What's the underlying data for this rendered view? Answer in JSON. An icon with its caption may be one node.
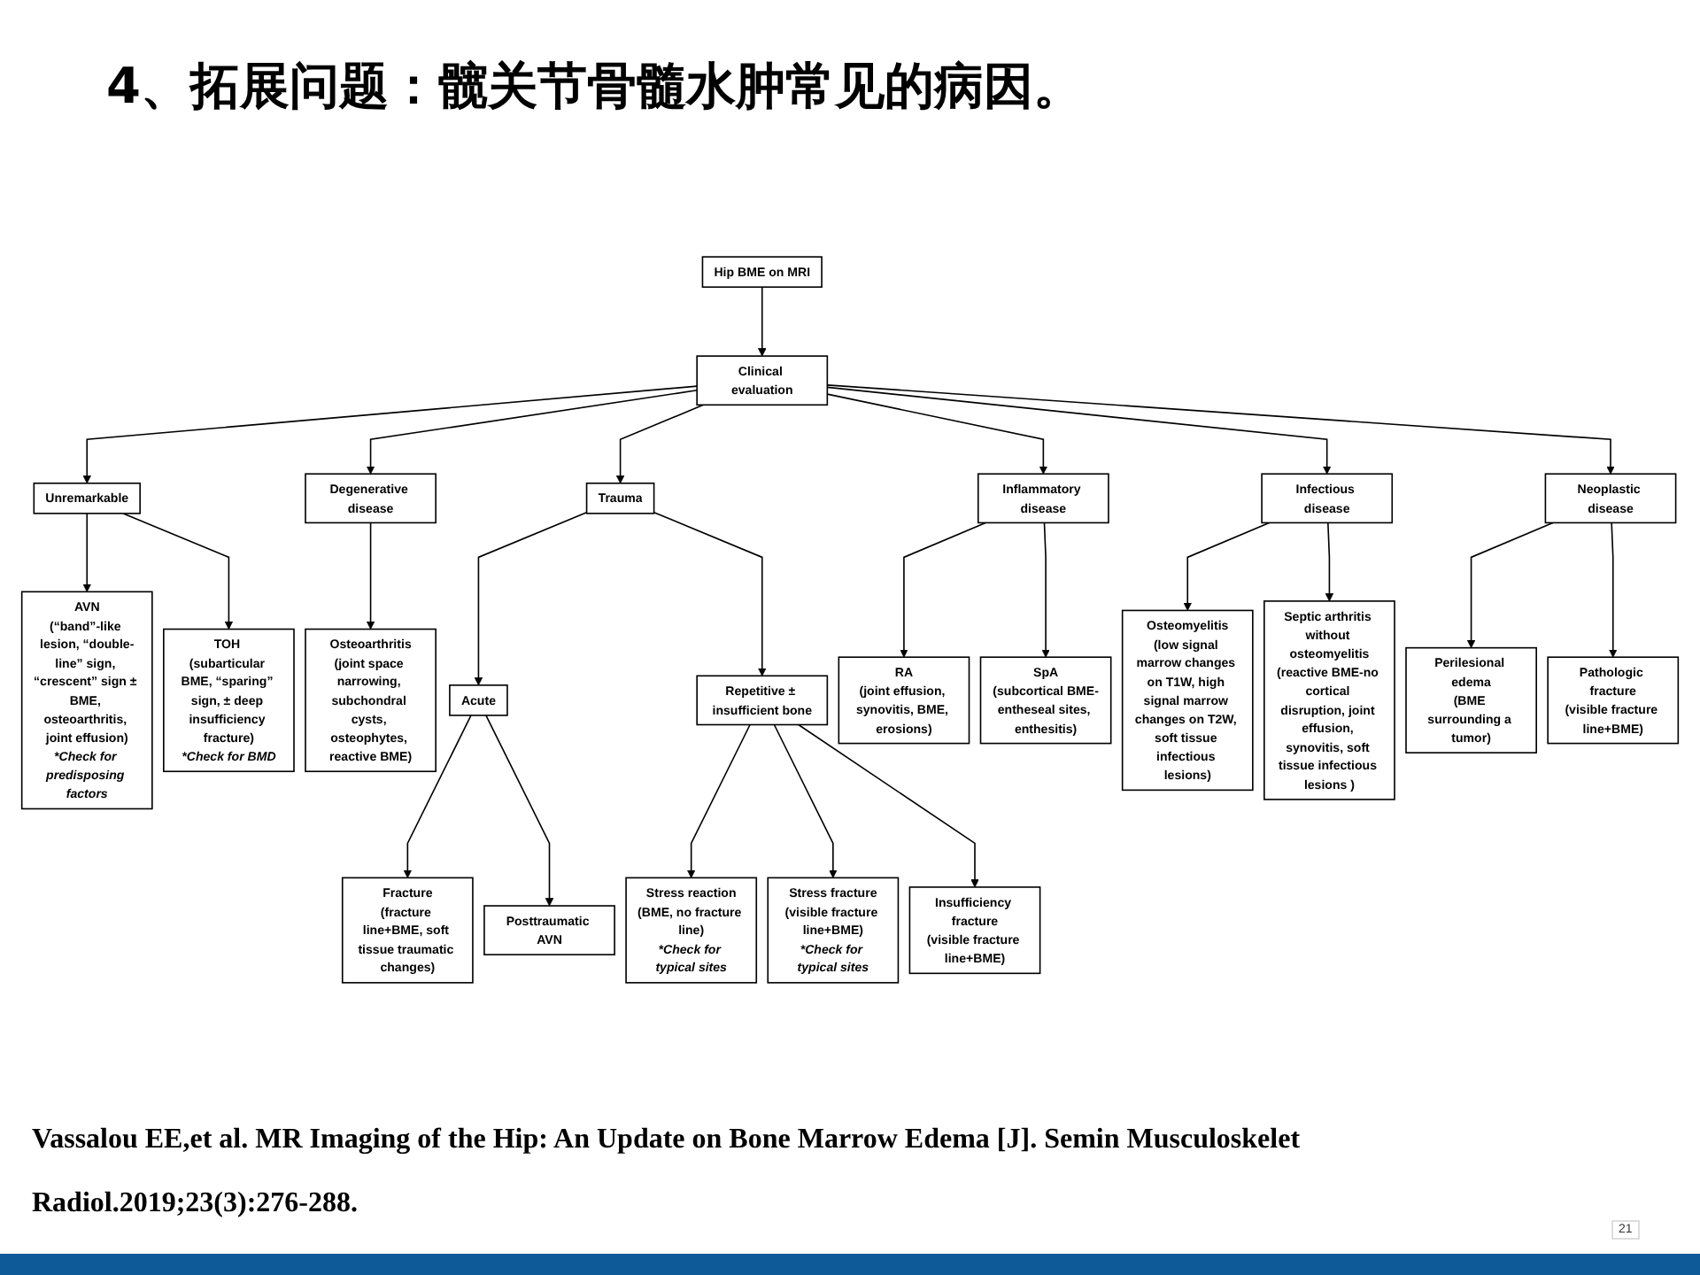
{
  "diagram": {
    "title": "4、拓展问题：髋关节骨髓水肿常见的病因。",
    "caption": "Vassalou EE,et al. MR Imaging of the Hip: An Update on Bone Marrow Edema [J]. Semin Musculoskelet Radiol.2019;23(3):276-288.",
    "nodes": [
      {
        "text": [
          "Hip BME on MRI"
        ]
      },
      {
        "text": [
          "Clinical evaluation"
        ]
      },
      {
        "text": [
          "Unremarkable"
        ]
      },
      {
        "text": [
          "Degenerative disease"
        ]
      },
      {
        "text": [
          "Trauma"
        ]
      },
      {
        "text": [
          "Inflammatory disease"
        ]
      },
      {
        "text": [
          "Infectious disease"
        ]
      },
      {
        "text": [
          "Neoplastic disease"
        ]
      },
      {
        "text": [
          "AVN",
          "(“band”-like lesion, “double-line” sign, “crescent” sign ± BME, osteoarthritis, joint effusion)",
          "*Check for predisposing factors"
        ]
      },
      {
        "text": [
          "TOH (subarticular BME, “sparing” sign, ± deep insufficiency fracture)",
          "*Check for BMD"
        ]
      },
      {
        "text": [
          "Osteoarthritis",
          "(joint space narrowing, subchondral cysts, osteophytes, reactive BME)"
        ]
      },
      {
        "text": [
          "Acute"
        ]
      },
      {
        "text": [
          "Repetitive ± insufficient bone"
        ]
      },
      {
        "text": [
          "Fracture",
          "(fracture line+BME, soft tissue traumatic changes)"
        ]
      },
      {
        "text": [
          "Posttraumatic AVN"
        ]
      },
      {
        "text": [
          "Stress reaction",
          "(BME, no fracture line)",
          "*Check for typical sites"
        ]
      },
      {
        "text": [
          "Stress fracture",
          "(visible fracture line+BME)",
          "*Check for typical sites"
        ]
      },
      {
        "text": [
          "Insufficiency fracture",
          "(visible fracture line+BME)"
        ]
      },
      {
        "text": [
          "RA",
          "(joint effusion, synovitis, BME, erosions)"
        ]
      },
      {
        "text": [
          "SpA",
          "(subcortical BME-entheseal sites, enthesitis)"
        ]
      },
      {
        "text": [
          "Osteomyelitis",
          "(low signal marrow changes on T1W, high signal marrow changes on T2W, soft tissue infectious lesions)"
        ]
      },
      {
        "text": [
          "Septic arthritis without osteomyelitis",
          "(reactive BME-no cortical disruption, joint effusion, synovitis, soft tissue infectious lesions )"
        ]
      },
      {
        "text": [
          "Perilesional edema",
          "(BME surrounding a tumor)"
        ]
      },
      {
        "text": [
          "Pathologic fracture",
          "(visible fracture line+BME)"
        ]
      }
    ],
    "edges": [
      {
        "from": 0,
        "to": 1,
        "arrow": "to"
      },
      {
        "from": 1,
        "to": 2,
        "arrow": "to"
      },
      {
        "from": 1,
        "to": 3,
        "arrow": "to"
      },
      {
        "from": 1,
        "to": 4,
        "arrow": "to"
      },
      {
        "from": 1,
        "to": 5,
        "arrow": "to"
      },
      {
        "from": 1,
        "to": 6,
        "arrow": "to"
      },
      {
        "from": 1,
        "to": 7,
        "arrow": "to"
      },
      {
        "from": 2,
        "to": 8,
        "arrow": "to"
      },
      {
        "from": 2,
        "to": 9,
        "arrow": "to"
      },
      {
        "from": 3,
        "to": 10,
        "arrow": "to"
      },
      {
        "from": 4,
        "to": 11,
        "arrow": "to"
      },
      {
        "from": 4,
        "to": 12,
        "arrow": "to"
      },
      {
        "from": 11,
        "to": 13,
        "arrow": "to"
      },
      {
        "from": 11,
        "to": 14,
        "arrow": "to"
      },
      {
        "from": 12,
        "to": 15,
        "arrow": "to"
      },
      {
        "from": 12,
        "to": 16,
        "arrow": "to"
      },
      {
        "from": 12,
        "to": 17,
        "arrow": "to"
      },
      {
        "from": 5,
        "to": 18,
        "arrow": "to"
      },
      {
        "from": 5,
        "to": 19,
        "arrow": "to"
      },
      {
        "from": 6,
        "to": 20,
        "arrow": "to"
      },
      {
        "from": 6,
        "to": 21,
        "arrow": "to"
      },
      {
        "from": 7,
        "to": 22,
        "arrow": "to"
      },
      {
        "from": 7,
        "to": 23,
        "arrow": "to"
      }
    ],
    "labels": [
      "21"
    ]
  }
}
